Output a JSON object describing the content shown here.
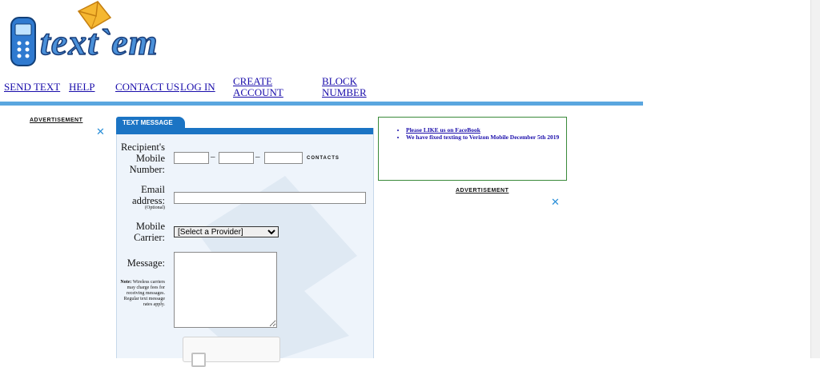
{
  "brand": {
    "logo_text": "text`em"
  },
  "nav": [
    {
      "label": "SEND TEXT"
    },
    {
      "label": "HELP"
    },
    {
      "label": "CONTACT US"
    },
    {
      "label": "LOG IN"
    },
    {
      "label_line1": "CREATE",
      "label_line2": "ACCOUNT"
    },
    {
      "label_line1": "BLOCK",
      "label_line2": "NUMBER"
    }
  ],
  "ads": {
    "label": "ADVERTISEMENT",
    "close": "✕"
  },
  "form": {
    "tab_label": "TEXT MESSAGE",
    "recipient_line1": "Recipient's",
    "recipient_line2": "Mobile",
    "recipient_line3": "Number:",
    "phone_separator": "–",
    "contacts_label": "CONTACTS",
    "email_line1": "Email",
    "email_line2": "address:",
    "email_optional": "(Optional)",
    "carrier_line1": "Mobile",
    "carrier_line2": "Carrier:",
    "carrier_selected": "[Select a Provider]",
    "message_label": "Message:",
    "note_bold": "Note:",
    "note_text": " Wireless carriers may charge fees for receiving messages. Regular text message rates apply."
  },
  "news": {
    "items": [
      "Please LIKE us on FaceBook",
      "We have fixed texting to Verizon Mobile December 5th 2019"
    ]
  },
  "colors": {
    "accent": "#1b74c4",
    "bar": "#5aa6df",
    "link": "#1a0dab",
    "news_border": "#3a8a3a"
  }
}
